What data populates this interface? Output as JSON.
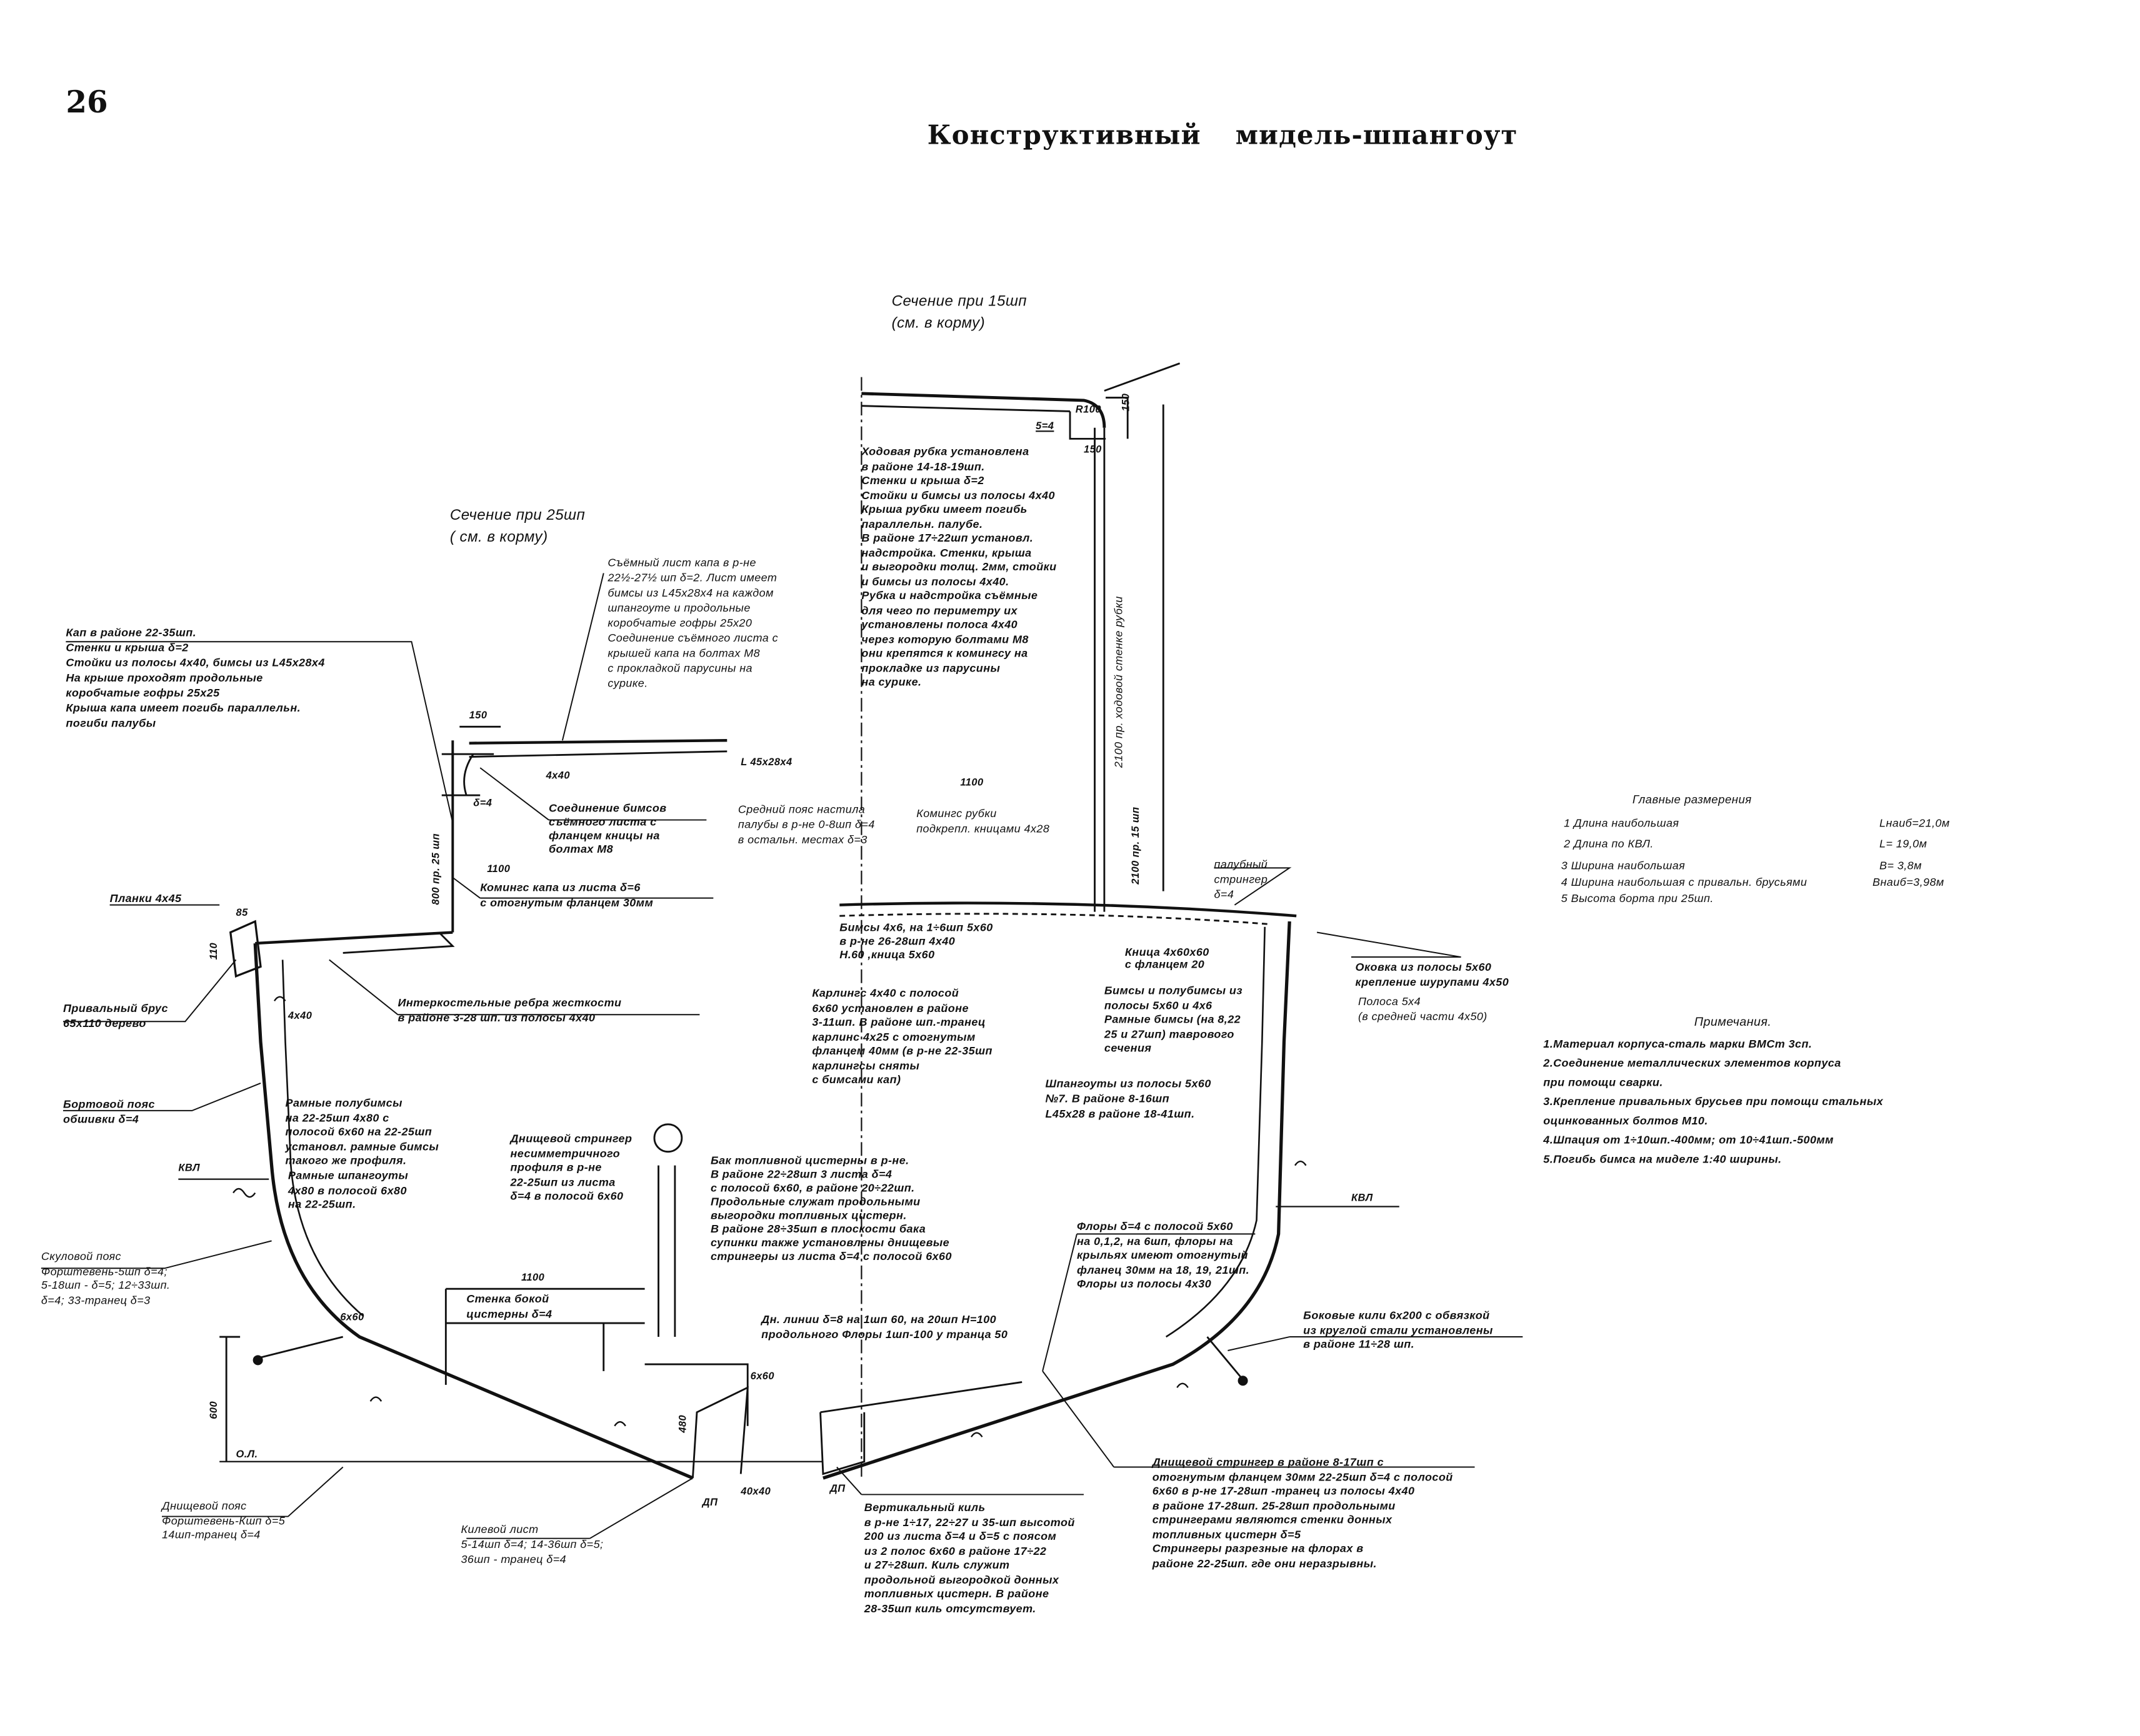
{
  "page_number": "26",
  "title": "Конструктивный мидель-шпангоут",
  "sections": {
    "sec15": "Сечение при 15шп\n(см. в корму)",
    "sec25": "Сечение при 25шп\n( см. в корму)"
  },
  "main_dimensions": {
    "heading": "Главные размерения",
    "rows": [
      {
        "label": "1 Длина наибольшая",
        "value": "Lнаиб=21,0м"
      },
      {
        "label": "2 Длина по КВЛ.",
        "value": "L= 19,0м"
      },
      {
        "label": "3 Ширина наибольшая",
        "value": "B=  3,8м"
      },
      {
        "label": "4 Ширина наибольшая с привальн. брусьями",
        "value": "Bнаиб=3,98м"
      },
      {
        "label": "5 Высота борта при 25шп.",
        "value": ""
      }
    ]
  },
  "notes": {
    "heading": "Примечания.",
    "items": [
      "1.Материал корпуса-сталь марки ВМСт 3сп.",
      "2.Соединение металлических элементов корпуса\n   при помощи сварки.",
      "3.Крепление привальных брусьев при помощи стальных\n   оцинкованных болтов М10.",
      "4.Шпация от 1÷10шп.-400мм; от 10÷41шп.-500мм",
      "5.Погибь бимса на миделе 1:40 ширины."
    ]
  },
  "annotations": {
    "kap": "Кап в районе 22-35шп.\nСтенки и крыша δ=2\nСтойки из полосы 4х40, бимсы из L45х28х4\nНа крыше проходят продольные\nкоробчатые гофры 25х25\nКрыша капа имеет погибь параллельн.\nпогиби палубы",
    "removable_sheet": "Съёмный лист капа в р-не\n22½-27½ шп δ=2. Лист имеет\nбимсы из L45х28х4 на каждом\nшпангоуте и продольные\nкоробчатые гофры 25х20\nСоединение съёмного листа с\nкрышей капа на болтах М8\nс прокладкой парусины на\nсурике.",
    "wheelhouse": "Ходовая рубка установлена\nв районе 14-18-19шп.\nСтенки и крыша δ=2\nСтойки и бимсы из полосы 4х40\nКрыша рубки имеет погибь\nпараллельн. палубе.\n В районе 17÷22шп установл.\n надстройка. Стенки, крыша\nи выгородки толщ. 2мм, стойки\nи бимсы из полосы 4х40.\nРубка и надстройка съёмные\n для чего по периметру их\nустановлены полоса 4х40\nчерез которую болтами М8\nони крепятся к комингсу на\nпрокладке из парусины\n на сурике.",
    "wheelhouse_height": "2100 пр. ходовой стенке рубки",
    "beam_joint": "Соединение бимсов\nсъёмного листа с\nфланцем кницы на\nболтах М8",
    "middle_strake": "Средний пояс настила\nпалубы в р-не 0-8шп δ=4\nв остальн. местах δ=3",
    "coaming_rubka": "Комингс рубки\nподкрепл. кницами 4х28",
    "coaming_kap": "Комингс капа из листа δ=6\nс отогнутым фланцем 30мм",
    "deck_stringer": "палубный\nстрингер\nδ=4",
    "planks": "Планки 4х45",
    "rubbing_strake": "Привальный брус\n65х110 дерево",
    "intercostal": "Интеркостельные ребра жесткости\nв районе 3-28 шп. из полосы 4х40",
    "beams": "Бимсы 4х6, на 1÷6шп 5х60\nв р-не 26-28шп 4х40\nН.60 ,кница 5х60",
    "coaming_sill": "Карлингс 4х40 с полосой\n6х60 установлен в районе\n3-11шп. В районе шп.-транец\nкарлинс 4х25 с отогнутым\nфланцем 40мм (в р-не 22-35шп\nкарлингсы сняты\nс бимсами кап)",
    "knee": "Кница 4х60х60\nс фланцем 20",
    "beams_strip": "Бимсы и полубимсы из\nполосы 5х60 и 4х6\nРамные бимсы (на 8,22\n25 и 27шп) таврового\nсечения",
    "moulding": "Оковка из полосы 5х60\nкрепление шурупами 4х50",
    "strip": "Полоса 5х4\n(в средней части 4х50)",
    "side_strake": "Бортовой пояс\nобшивки δ=4",
    "web_half_beams": "Рамные полубимсы\nна 22-25шп 4х80 с\nполосой 6х60 на 22-25шп\nустановл. рамные бимсы\nтакого же профиля.",
    "web_frames": "Рамные шпангоуты\n4х80 в полосой 6х80\nна 22-25шп.",
    "frames": "Шпангоуты из полосы 5х60\n№7. В районе 8-16шп\nL45х28 в районе 18-41шп.",
    "bottom_stringer_left": "Днищевой стрингер\nнесимметричного\nпрофиля в р-не\n22-25шп из листа\nδ=4 в полосой 6х60",
    "tanks": "Бак топливной цистерны в р-не.\nВ районе 22÷28шп 3 листа δ=4\nс полосой 6х60, в районе 20÷22шп.\nПродольные служат продольными\nвыгородки топливных цистерн.\nВ районе 28÷35шп в плоскости бака\nсупинки также установлены днищевые\nстрингеры из листа δ=4 с полосой 6х60",
    "tank_wall": "Стенка бокой\nцистерны δ=4",
    "bilge_strake": "Скуловой пояс\nФорштевень-5шп δ=4;\n5-18шп - δ=5; 12÷33шп.\nδ=4; 33-транец δ=3",
    "floors_note": "Флоры δ=4 с полосой 5х60\nна 0,1,2, на 6шп, флоры на\nкрыльях имеют отогнутый\nфланец 30мм на 18, 19, 21шп.\nФлоры из полосы 4х30",
    "bottom_keel": "Дн. линии  δ=8 на 1шп 60, на 20шп Н=100\nпродольного Флоры 1шп-100 у транца 50",
    "bilge_keels": "Боковые кили 6х200 с обвязкой\nиз круглой стали установлены\nв районе 11÷28 шп.",
    "bottom_strake": "Днищевой пояс\nФорштевень-Кшп δ=5\n14шп-транец δ=4",
    "keel_plate": "Килевой лист\n5-14шп δ=4; 14-36шп δ=5;\n36шп - транец δ=4",
    "vertical_keel": "Вертикальный киль\nв р-не 1÷17, 22÷27 и 35-шп высотой\n200 из листа δ=4 и δ=5 с поясом\nиз 2 полос 6х60 в районе 17÷22\nи 27÷28шп. Киль служит\nпродольной выгородкой донных\nтопливных цистерн. В районе\n28-35шп киль отсутствует.",
    "bottom_stringer_right": "Днищевой стрингер в районе 8-17шп с\nотогнутым фланцем 30мм 22-25шп δ=4 с полосой\n6х60 в р-не 17-28шп -транец из полосы 4х40\nв районе 17-28шп. 25-28шп продольными\nстрингерами являются стенки донных\nтопливных цистерн δ=5\nСтрингеры разрезные на флорах в\nрайоне 22-25шп. где они неразрывны."
  },
  "dimension_labels": {
    "d150_top": "150",
    "d1100_kap": "1100",
    "d1100_rubka": "1100",
    "d1100_bottom": "1100",
    "d600": "600",
    "d85": "85",
    "d110": "110",
    "d150_r": "150",
    "d150_v": "150",
    "r100": "R100",
    "s54": "5=4",
    "s4x40_a": "4х40",
    "s4x40_b": "4х40",
    "s6x60_a": "6х60",
    "s6x60_b": "6х60",
    "s40x40": "40х40",
    "s64": "δ=4",
    "s480": "480",
    "h800": "800 пр. 25 шп",
    "h25": "2100 пр. 15 шп",
    "kvl_left": "КВЛ",
    "kvl_right": "КВЛ",
    "ol": "О.Л.",
    "dp_left": "ДП",
    "dp_right": "ДП",
    "l45": "L 45х28х4"
  }
}
